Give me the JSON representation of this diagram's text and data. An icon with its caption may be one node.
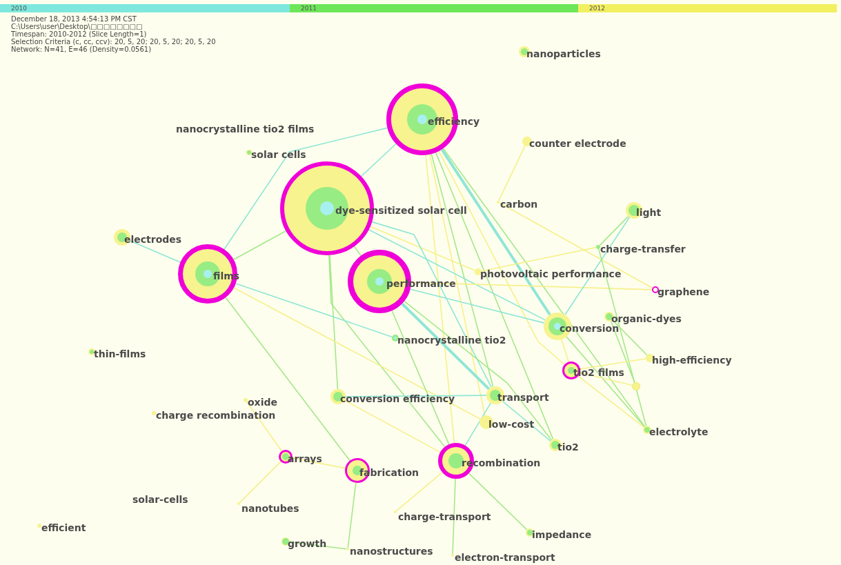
{
  "diagram": {
    "nodes": [
      {
        "text": [
          "nanoparticles"
        ]
      },
      {
        "text": [
          "efficiency"
        ]
      },
      {
        "text": [
          "counter electrode"
        ]
      },
      {
        "text": [
          "solar cells"
        ]
      },
      {
        "text": [
          "dye-sensitized solar cell"
        ]
      },
      {
        "text": [
          "carbon"
        ]
      },
      {
        "text": [
          "light"
        ]
      },
      {
        "text": [
          "electrodes"
        ]
      },
      {
        "text": [
          "charge-transfer"
        ]
      },
      {
        "text": [
          "films"
        ]
      },
      {
        "text": [
          "photovoltaic performance"
        ]
      },
      {
        "text": [
          "performance"
        ]
      },
      {
        "text": [
          "graphene"
        ]
      },
      {
        "text": [
          "organic-dyes"
        ]
      },
      {
        "text": [
          "conversion"
        ]
      },
      {
        "text": [
          "nanocrystalline tio2"
        ]
      },
      {
        "text": [
          "thin-films"
        ]
      },
      {
        "text": [
          "high-efficiency"
        ]
      },
      {
        "text": [
          "tio2 films"
        ]
      },
      {
        "text": [],
        "shape": "circle"
      },
      {
        "text": [
          "conversion efficiency"
        ]
      },
      {
        "text": [
          "transport"
        ]
      },
      {
        "text": [
          "oxide"
        ]
      },
      {
        "text": [
          "charge recombination"
        ]
      },
      {
        "text": [
          "low-cost"
        ]
      },
      {
        "text": [
          "electrolyte"
        ]
      },
      {
        "text": [
          "tio2"
        ]
      },
      {
        "text": [
          "arrays"
        ]
      },
      {
        "text": [
          "fabrication"
        ]
      },
      {
        "text": [
          "recombination"
        ]
      },
      {
        "text": [
          "nanotubes"
        ]
      },
      {
        "text": [
          "efficient"
        ]
      },
      {
        "text": [
          "charge-transport"
        ]
      },
      {
        "text": [
          "impedance"
        ]
      },
      {
        "text": [
          "growth"
        ]
      },
      {
        "text": [
          "nanostructures"
        ]
      },
      {
        "text": [
          "electron-transport"
        ]
      }
    ],
    "edges": [
      {
        "from": 1,
        "to": 4,
        "arrow": "none",
        "color": "#8fe6d6"
      },
      {
        "from": 1,
        "to": 9,
        "arrow": "none",
        "color": "#8fe6d6"
      },
      {
        "from": 1,
        "to": 14,
        "arrow": "none",
        "color": "#8fe6d6",
        "style": "thick"
      },
      {
        "from": 1,
        "to": 21,
        "arrow": "none"
      },
      {
        "from": 1,
        "to": 26,
        "arrow": "none"
      },
      {
        "from": 1,
        "to": 25,
        "arrow": "none"
      },
      {
        "from": 1,
        "to": 24,
        "arrow": "none",
        "color": "#f6f08c"
      },
      {
        "from": 1,
        "to": 29,
        "arrow": "none",
        "color": "#f6f08c"
      },
      {
        "from": 1,
        "to": 18,
        "arrow": "none",
        "color": "#f6f08c"
      },
      {
        "from": 4,
        "to": 9,
        "arrow": "none"
      },
      {
        "from": 4,
        "to": 11,
        "arrow": "none"
      },
      {
        "from": 4,
        "to": 20,
        "arrow": "none"
      },
      {
        "from": 4,
        "to": 10,
        "arrow": "none",
        "color": "#f6f08c"
      },
      {
        "from": 4,
        "to": 14,
        "arrow": "none",
        "color": "#8fe6d6"
      },
      {
        "from": 4,
        "to": 29,
        "arrow": "none"
      },
      {
        "from": 4,
        "to": 21,
        "arrow": "none",
        "color": "#8fe6d6"
      },
      {
        "from": 9,
        "to": 7,
        "arrow": "none",
        "color": "#8fe6d6"
      },
      {
        "from": 9,
        "to": 28,
        "arrow": "none"
      },
      {
        "from": 9,
        "to": 15,
        "arrow": "none",
        "color": "#8fe6d6"
      },
      {
        "from": 9,
        "to": 24,
        "arrow": "none",
        "color": "#f6f08c"
      },
      {
        "from": 11,
        "to": 12,
        "arrow": "none",
        "color": "#f6f08c"
      },
      {
        "from": 11,
        "to": 14,
        "arrow": "none",
        "color": "#8fe6d6"
      },
      {
        "from": 11,
        "to": 21,
        "arrow": "none",
        "color": "#8fe6d6",
        "style": "thick"
      },
      {
        "from": 11,
        "to": 29,
        "arrow": "none"
      },
      {
        "from": 11,
        "to": 26,
        "arrow": "none"
      },
      {
        "from": 10,
        "to": 8,
        "arrow": "none",
        "color": "#f6f08c"
      },
      {
        "from": 2,
        "to": 5,
        "arrow": "none",
        "color": "#f6f08c"
      },
      {
        "from": 5,
        "to": 12,
        "arrow": "none",
        "color": "#f6f08c"
      },
      {
        "from": 6,
        "to": 8,
        "arrow": "none"
      },
      {
        "from": 6,
        "to": 14,
        "arrow": "none",
        "color": "#8fe6d6"
      },
      {
        "from": 8,
        "to": 25,
        "arrow": "none"
      },
      {
        "from": 13,
        "to": 17,
        "arrow": "none"
      },
      {
        "from": 13,
        "to": 19,
        "arrow": "none"
      },
      {
        "from": 14,
        "to": 18,
        "arrow": "none",
        "color": "#f6f08c"
      },
      {
        "from": 14,
        "to": 25,
        "arrow": "none"
      },
      {
        "from": 18,
        "to": 17,
        "arrow": "none",
        "color": "#f6f08c"
      },
      {
        "from": 18,
        "to": 19,
        "arrow": "none",
        "color": "#f6f08c"
      },
      {
        "from": 18,
        "to": 25,
        "arrow": "none",
        "color": "#f6f08c"
      },
      {
        "from": 21,
        "to": 20,
        "arrow": "none",
        "color": "#8fe6d6"
      },
      {
        "from": 21,
        "to": 29,
        "arrow": "none",
        "color": "#8fe6d6"
      },
      {
        "from": 21,
        "to": 26,
        "arrow": "none",
        "color": "#8fe6d6"
      },
      {
        "from": 20,
        "to": 29,
        "arrow": "none",
        "color": "#f6f08c"
      },
      {
        "from": 22,
        "to": 27,
        "arrow": "none",
        "color": "#f6f08c"
      },
      {
        "from": 27,
        "to": 30,
        "arrow": "none",
        "color": "#f6f08c"
      },
      {
        "from": 27,
        "to": 28,
        "arrow": "none",
        "color": "#f6f08c"
      },
      {
        "from": 28,
        "to": 35,
        "arrow": "none"
      },
      {
        "from": 34,
        "to": 35,
        "arrow": "none"
      },
      {
        "from": 29,
        "to": 32,
        "arrow": "none",
        "color": "#f6f08c"
      },
      {
        "from": 29,
        "to": 36,
        "arrow": "none"
      },
      {
        "from": 29,
        "to": 33,
        "arrow": "none"
      }
    ],
    "labels": [
      "2010",
      "2011",
      "2012",
      "December 18, 2013 4:54:13 PM CST",
      "C:\\Users\\user\\Desktop\\□□□□□□□□",
      "Timespan: 2010-2012 (Slice Length=1)",
      "Selection Criteria (c, cc, ccv): 20, 5, 20; 20, 5, 20; 20, 5, 20",
      "Network: N=41, E=46 (Density=0.0561)",
      "nanocrystalline tio2 films",
      "solar-cells"
    ]
  }
}
